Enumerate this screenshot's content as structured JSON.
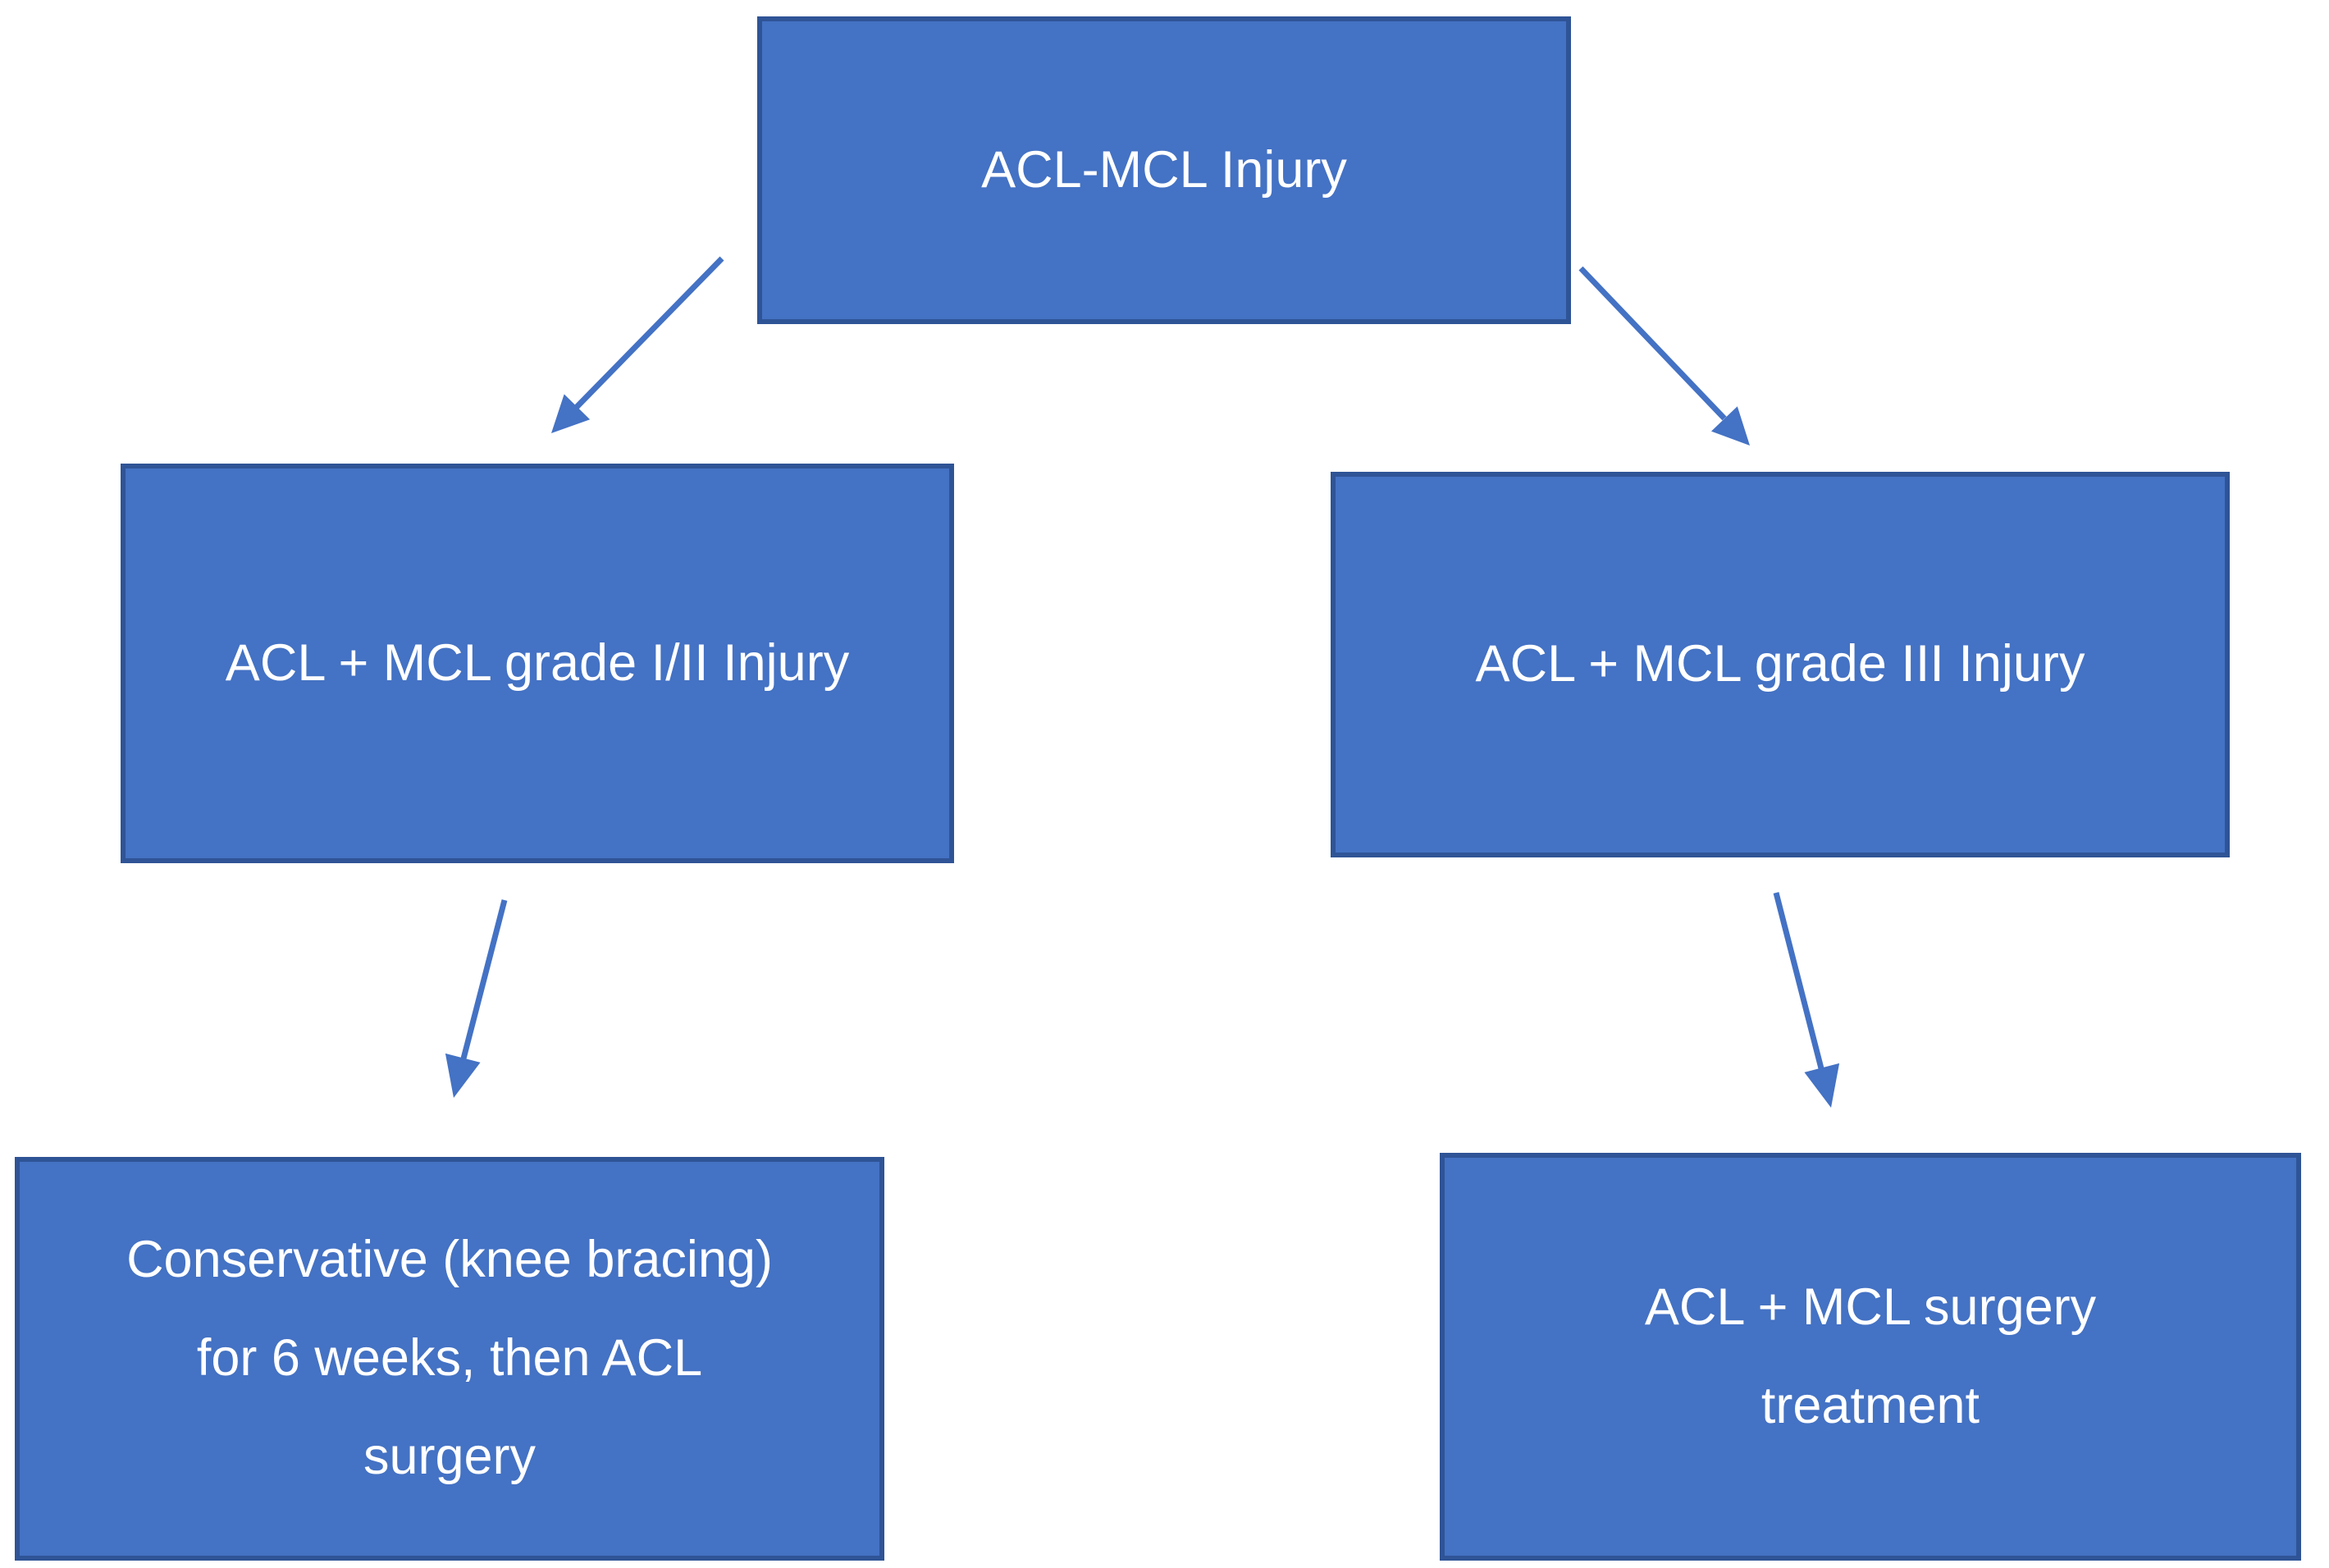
{
  "diagram": {
    "type": "flowchart",
    "colors": {
      "background": "#FFFFFF",
      "box_fill": "#4472C4",
      "box_border": "#2F5496",
      "arrow": "#4472C4",
      "text": "#FFFFFF"
    },
    "nodes": [
      {
        "id": "acl-mcl-injury",
        "label": "ACL-MCL Injury",
        "lines": [
          "ACL-MCL Injury"
        ]
      },
      {
        "id": "acl-mcl-grade-1-2-injury",
        "label": "ACL + MCL grade I/II Injury",
        "lines": [
          "ACL + MCL grade I/II Injury"
        ]
      },
      {
        "id": "acl-mcl-grade-3-injury",
        "label": "ACL + MCL grade III Injury",
        "lines": [
          "ACL + MCL grade III Injury"
        ]
      },
      {
        "id": "conservative-then-acl-surgery",
        "label": "Conservative (knee bracing) for 6 weeks, then ACL surgery",
        "lines": [
          "Conservative (knee bracing)",
          "for 6 weeks, then ACL",
          "surgery"
        ]
      },
      {
        "id": "acl-mcl-surgery-treatment",
        "label": "ACL + MCL surgery treatment",
        "lines": [
          "ACL + MCL surgery",
          "treatment"
        ]
      }
    ],
    "edges": [
      {
        "from": "acl-mcl-injury",
        "to": "acl-mcl-grade-1-2-injury"
      },
      {
        "from": "acl-mcl-injury",
        "to": "acl-mcl-grade-3-injury"
      },
      {
        "from": "acl-mcl-grade-1-2-injury",
        "to": "conservative-then-acl-surgery"
      },
      {
        "from": "acl-mcl-grade-3-injury",
        "to": "acl-mcl-surgery-treatment"
      }
    ]
  }
}
